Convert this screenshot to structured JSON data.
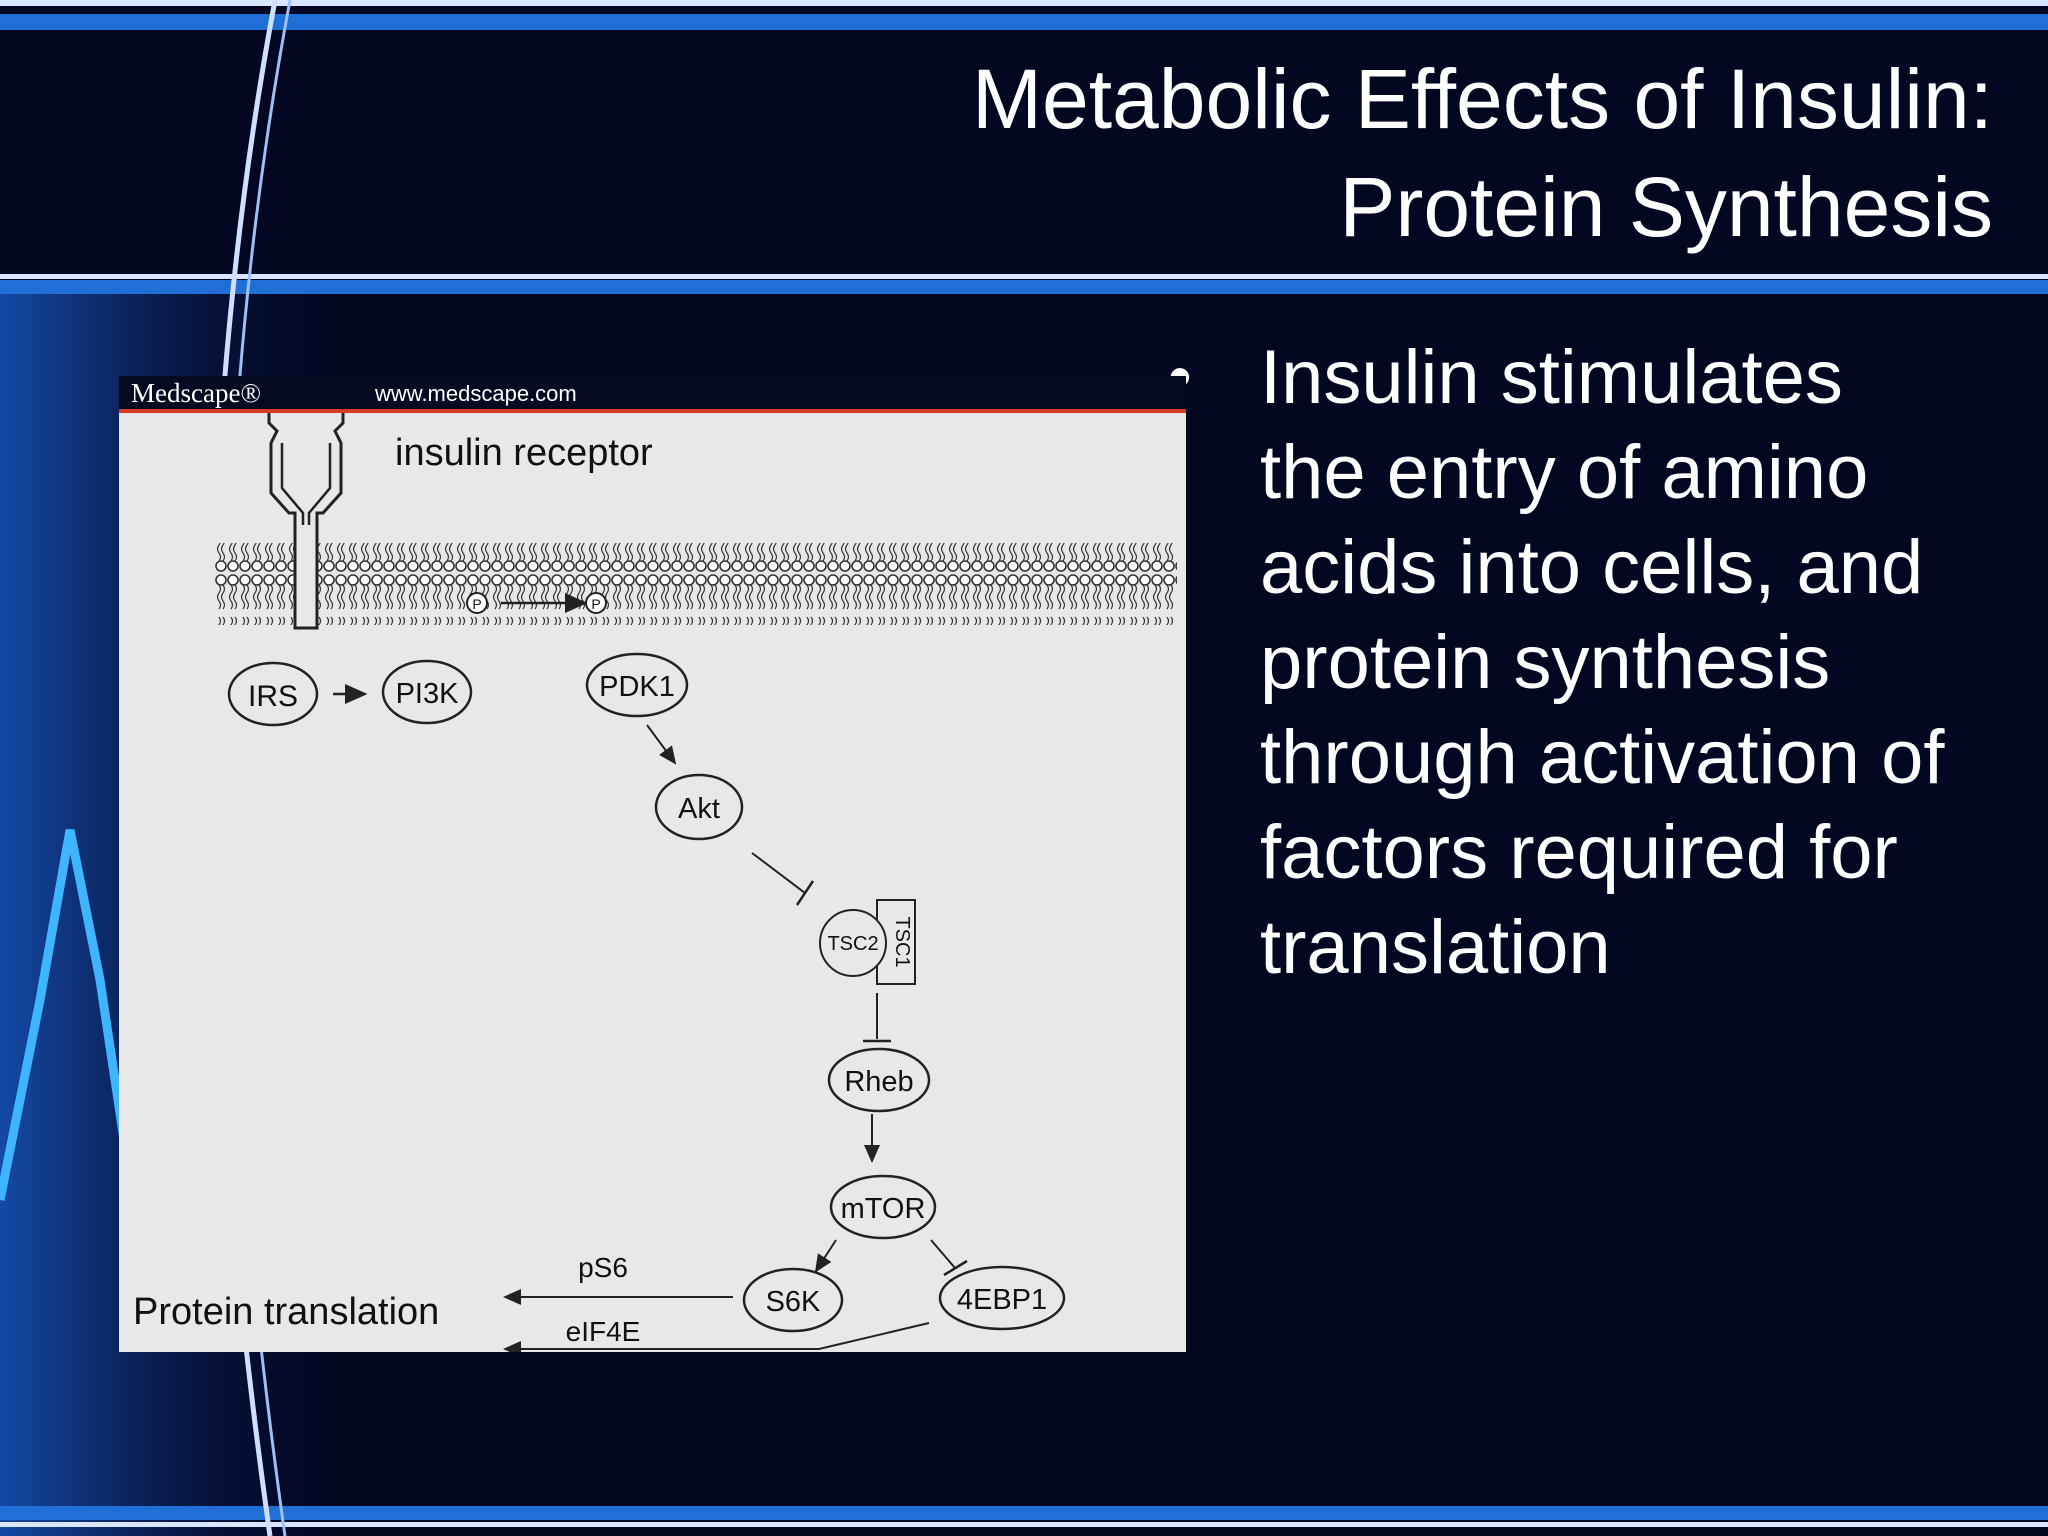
{
  "slide": {
    "title_line1": "Metabolic Effects of Insulin:",
    "title_line2": "Protein Synthesis",
    "bullet_lines": [
      "Insulin stimulates",
      "the entry of amino",
      "acids into cells, and",
      "protein synthesis",
      "through activation of",
      "factors required for",
      "translation"
    ]
  },
  "figure": {
    "brand": "Medscape®",
    "url": "www.medscape.com",
    "labels": {
      "receptor": "insulin receptor",
      "phospho": "P",
      "irs": "IRS",
      "pi3k": "PI3K",
      "pdk1": "PDK1",
      "akt": "Akt",
      "tsc2": "TSC2",
      "tsc1": "TSC1",
      "rheb": "Rheb",
      "mtor": "mTOR",
      "s6k": "S6K",
      "ebp1": "4EBP1",
      "ps6": "pS6",
      "eif4e": "eIF4E",
      "output": "Protein translation"
    }
  },
  "colors": {
    "background": "#030722",
    "stripe": "#1f6fd6",
    "figure_bg": "#e8e8ea",
    "header_rule": "#d83a2a"
  }
}
